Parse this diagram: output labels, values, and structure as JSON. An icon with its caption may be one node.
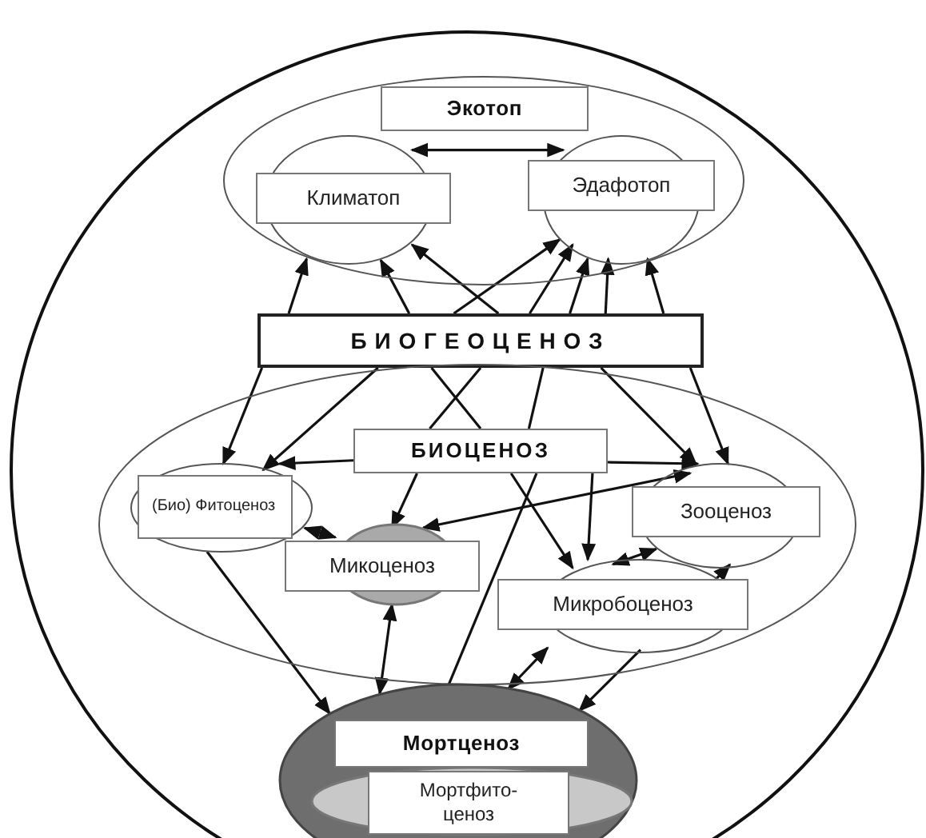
{
  "diagram": {
    "nodes": [
      {
        "text": [],
        "shape": "ellipse"
      },
      {
        "text": [
          "Экотоп"
        ],
        "in": 0
      },
      {
        "text": [
          "Климатоп"
        ],
        "in": 0
      },
      {
        "text": [
          "Эдафотоп"
        ],
        "in": 0
      },
      {
        "text": [
          "БИОГЕОЦЕНОЗ"
        ]
      },
      {
        "text": [],
        "shape": "ellipse"
      },
      {
        "text": [
          "БИОЦЕНОЗ"
        ],
        "in": 5
      },
      {
        "text": [
          "(Био) Фитоценоз"
        ],
        "in": 5
      },
      {
        "text": [
          "Микоценоз"
        ],
        "in": 5
      },
      {
        "text": [
          "Зооценоз"
        ],
        "in": 5
      },
      {
        "text": [
          "Микробоценоз"
        ],
        "in": 5
      },
      {
        "text": [],
        "shape": "ellipse"
      },
      {
        "text": [
          "Мортценоз"
        ],
        "in": 11
      },
      {
        "text": [
          "Мортфито- ценоз"
        ],
        "in": 11
      }
    ],
    "edges": [
      {
        "from": 2,
        "to": 3,
        "arrow": "both"
      },
      {
        "from": 4,
        "to": 2,
        "arrow": "to"
      },
      {
        "from": 4,
        "to": 2,
        "arrow": "to"
      },
      {
        "from": 4,
        "to": 2,
        "arrow": "to"
      },
      {
        "from": 4,
        "to": 3,
        "arrow": "to"
      },
      {
        "from": 4,
        "to": 3,
        "arrow": "to"
      },
      {
        "from": 4,
        "to": 3,
        "arrow": "to"
      },
      {
        "from": 4,
        "to": 3,
        "arrow": "to"
      },
      {
        "from": 4,
        "to": 3,
        "arrow": "to"
      },
      {
        "from": 4,
        "to": 7,
        "arrow": "to"
      },
      {
        "from": 4,
        "to": 7,
        "arrow": "to"
      },
      {
        "from": 4,
        "to": 9,
        "arrow": "to"
      },
      {
        "from": 4,
        "to": 9,
        "arrow": "to"
      },
      {
        "from": 4,
        "to": 6,
        "arrow": "none"
      },
      {
        "from": 4,
        "to": 6,
        "arrow": "none"
      },
      {
        "from": 4,
        "to": 6,
        "arrow": "none"
      },
      {
        "from": 6,
        "to": 7,
        "arrow": "to"
      },
      {
        "from": 6,
        "to": 9,
        "arrow": "to"
      },
      {
        "from": 6,
        "to": 8,
        "arrow": "to"
      },
      {
        "from": 6,
        "to": 10,
        "arrow": "to"
      },
      {
        "from": 6,
        "to": 10,
        "arrow": "to"
      },
      {
        "from": 8,
        "to": 9,
        "arrow": "both"
      },
      {
        "from": 7,
        "to": 8,
        "arrow": "both"
      },
      {
        "from": 9,
        "to": 10,
        "arrow": "both"
      },
      {
        "from": 10,
        "to": 9,
        "arrow": "to"
      },
      {
        "from": 7,
        "to": 11,
        "arrow": "to"
      },
      {
        "from": 8,
        "to": 11,
        "arrow": "both"
      },
      {
        "from": 6,
        "to": 11,
        "arrow": "none"
      },
      {
        "from": 10,
        "to": 11,
        "arrow": "both"
      },
      {
        "from": 10,
        "to": 11,
        "arrow": "to"
      }
    ]
  }
}
